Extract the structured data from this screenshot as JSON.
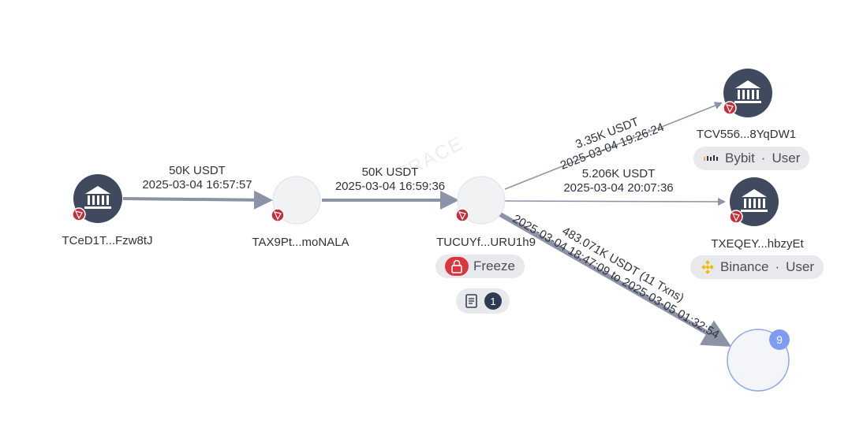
{
  "watermark": "TRACE",
  "nodes": {
    "n1": {
      "address": "TCeD1T...Fzw8tJ"
    },
    "n2": {
      "address": "TAX9Pt...moNALA"
    },
    "n3": {
      "address": "TUCUYf...URU1h9",
      "freeze_label": "Freeze",
      "note_count": "1"
    },
    "n4": {
      "address": "TCV556...8YqDW1",
      "exchange": "Bybit",
      "tag": "User"
    },
    "n5": {
      "address": "TXEQEY...hbzyEt",
      "exchange": "Binance",
      "tag": "User"
    },
    "n6": {
      "count": "9"
    }
  },
  "edges": {
    "e1": {
      "amount": "50K USDT",
      "time": "2025-03-04 16:57:57"
    },
    "e2": {
      "amount": "50K USDT",
      "time": "2025-03-04 16:59:36"
    },
    "e3": {
      "amount": "3.35K USDT",
      "time": "2025-03-04 19:26:24"
    },
    "e4": {
      "amount": "5.206K USDT",
      "time": "2025-03-04 20:07:36"
    },
    "e5": {
      "amount": "483.071K USDT (11 Txns)",
      "time": "2025-03-04 18:47:09 to 2025-03-05 01:32:54"
    }
  },
  "colors": {
    "node_dark": "#3f4a5f",
    "node_light": "#f1f2f4",
    "edge": "#8c93a7",
    "tron_red": "#c62f3a",
    "cluster": "#8fa6f2"
  }
}
